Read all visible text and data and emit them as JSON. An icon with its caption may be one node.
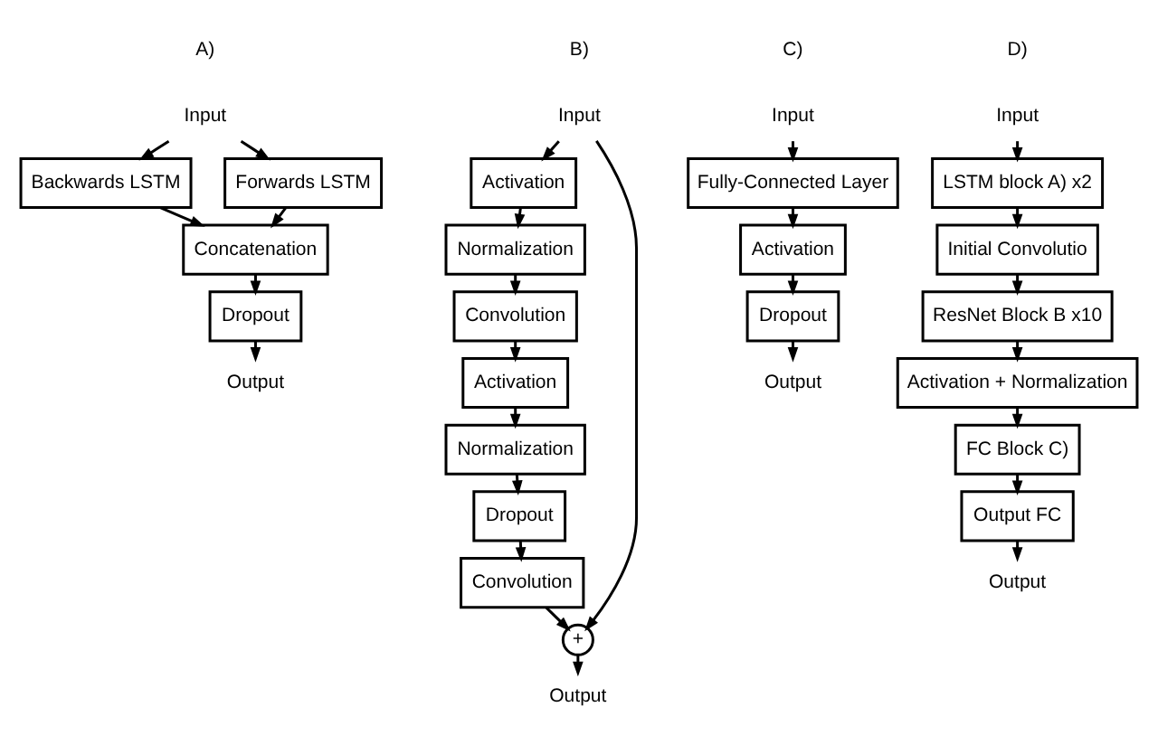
{
  "diagram": {
    "nodes": [
      {
        "text": [
          "Input"
        ]
      },
      {
        "text": [
          "Backwards LSTM"
        ]
      },
      {
        "text": [
          "Forwards LSTM"
        ]
      },
      {
        "text": [
          "Concatenation"
        ]
      },
      {
        "text": [
          "Dropout"
        ]
      },
      {
        "text": [
          "Output"
        ]
      },
      {
        "text": [
          "Input"
        ]
      },
      {
        "text": [
          "Activation"
        ]
      },
      {
        "text": [
          "Normalization"
        ]
      },
      {
        "text": [
          "Convolution"
        ]
      },
      {
        "text": [
          "Activation"
        ]
      },
      {
        "text": [
          "Normalization"
        ]
      },
      {
        "text": [
          "Dropout"
        ]
      },
      {
        "text": [
          "Convolution"
        ]
      },
      {
        "text": [
          "+"
        ]
      },
      {
        "text": [
          "Output"
        ]
      },
      {
        "text": [
          "Input"
        ]
      },
      {
        "text": [
          "Fully-Connected Layer"
        ]
      },
      {
        "text": [
          "Activation"
        ]
      },
      {
        "text": [
          "Dropout"
        ]
      },
      {
        "text": [
          "Output"
        ]
      },
      {
        "text": [
          "Input"
        ]
      },
      {
        "text": [
          "LSTM block A) x2"
        ]
      },
      {
        "text": [
          "Initial Convolutio"
        ]
      },
      {
        "text": [
          "ResNet Block B x10"
        ]
      },
      {
        "text": [
          "Activation + Normalization"
        ]
      },
      {
        "text": [
          "FC Block C)"
        ]
      },
      {
        "text": [
          "Output FC"
        ]
      },
      {
        "text": [
          "Output"
        ]
      }
    ],
    "edges": [
      {
        "from": 0,
        "to": 1,
        "arrow": "to"
      },
      {
        "from": 0,
        "to": 2,
        "arrow": "to"
      },
      {
        "from": 1,
        "to": 3,
        "arrow": "to"
      },
      {
        "from": 2,
        "to": 3,
        "arrow": "to"
      },
      {
        "from": 3,
        "to": 4,
        "arrow": "to"
      },
      {
        "from": 4,
        "to": 5,
        "arrow": "to"
      },
      {
        "from": 6,
        "to": 7,
        "arrow": "to"
      },
      {
        "from": 7,
        "to": 8,
        "arrow": "to"
      },
      {
        "from": 8,
        "to": 9,
        "arrow": "to"
      },
      {
        "from": 9,
        "to": 10,
        "arrow": "to"
      },
      {
        "from": 10,
        "to": 11,
        "arrow": "to"
      },
      {
        "from": 11,
        "to": 12,
        "arrow": "to"
      },
      {
        "from": 12,
        "to": 13,
        "arrow": "to"
      },
      {
        "from": 13,
        "to": 14,
        "arrow": "to"
      },
      {
        "from": 6,
        "to": 14,
        "arrow": "to"
      },
      {
        "from": 14,
        "to": 15,
        "arrow": "to"
      },
      {
        "from": 16,
        "to": 17,
        "arrow": "to"
      },
      {
        "from": 17,
        "to": 18,
        "arrow": "to"
      },
      {
        "from": 18,
        "to": 19,
        "arrow": "to"
      },
      {
        "from": 19,
        "to": 20,
        "arrow": "to"
      },
      {
        "from": 21,
        "to": 22,
        "arrow": "to"
      },
      {
        "from": 22,
        "to": 23,
        "arrow": "to"
      },
      {
        "from": 23,
        "to": 24,
        "arrow": "to"
      },
      {
        "from": 24,
        "to": 25,
        "arrow": "to"
      },
      {
        "from": 25,
        "to": 26,
        "arrow": "to"
      },
      {
        "from": 26,
        "to": 27,
        "arrow": "to"
      },
      {
        "from": 27,
        "to": 28,
        "arrow": "to"
      }
    ],
    "labels": [
      "A)",
      "B)",
      "C)",
      "D)"
    ]
  }
}
